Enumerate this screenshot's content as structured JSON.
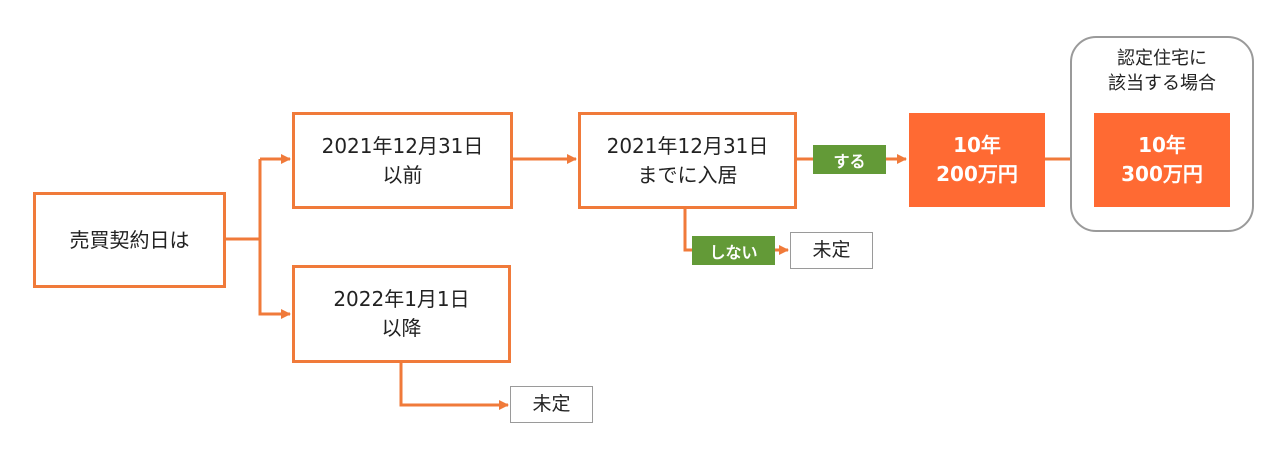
{
  "colors": {
    "connector": "#f07a3a",
    "accent_fill": "#ff6a33",
    "badge_green": "#639a37",
    "neutral_border": "#9a9a9a"
  },
  "nodes": {
    "root": "売買契約日は",
    "before": "2021年12月31日\n以前",
    "after": "2022年1月1日\n以降",
    "moved_in": "2021年12月31日\nまでに入居",
    "undecided_moved_in": "未定",
    "undecided_after": "未定",
    "result_standard": "10年\n200万円",
    "result_certified": "10年\n300万円"
  },
  "badges": {
    "yes": "する",
    "no": "しない"
  },
  "group": {
    "label": "認定住宅に\n該当する場合"
  }
}
